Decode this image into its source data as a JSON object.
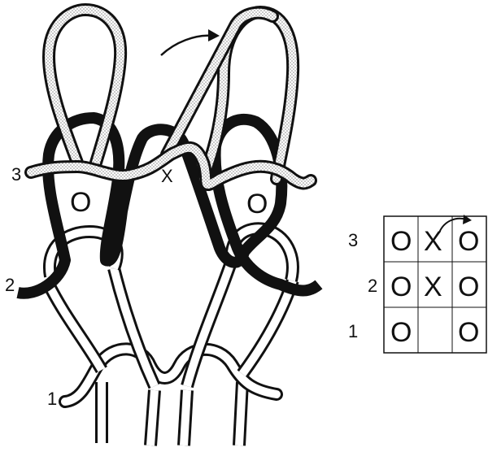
{
  "diagram": {
    "row_labels": [
      "3",
      "2",
      "1"
    ],
    "center_mark": "X",
    "loop_marks": [
      "O",
      "O"
    ]
  },
  "grid": {
    "row_labels": [
      "3",
      "2",
      "1"
    ],
    "rows": [
      [
        "O",
        "X",
        "O"
      ],
      [
        "O",
        "X",
        "O"
      ],
      [
        "O",
        "",
        "O"
      ]
    ]
  },
  "colors": {
    "ink": "#111111",
    "light_strand": "#ffffff",
    "stipple": "#d8d8d8"
  }
}
